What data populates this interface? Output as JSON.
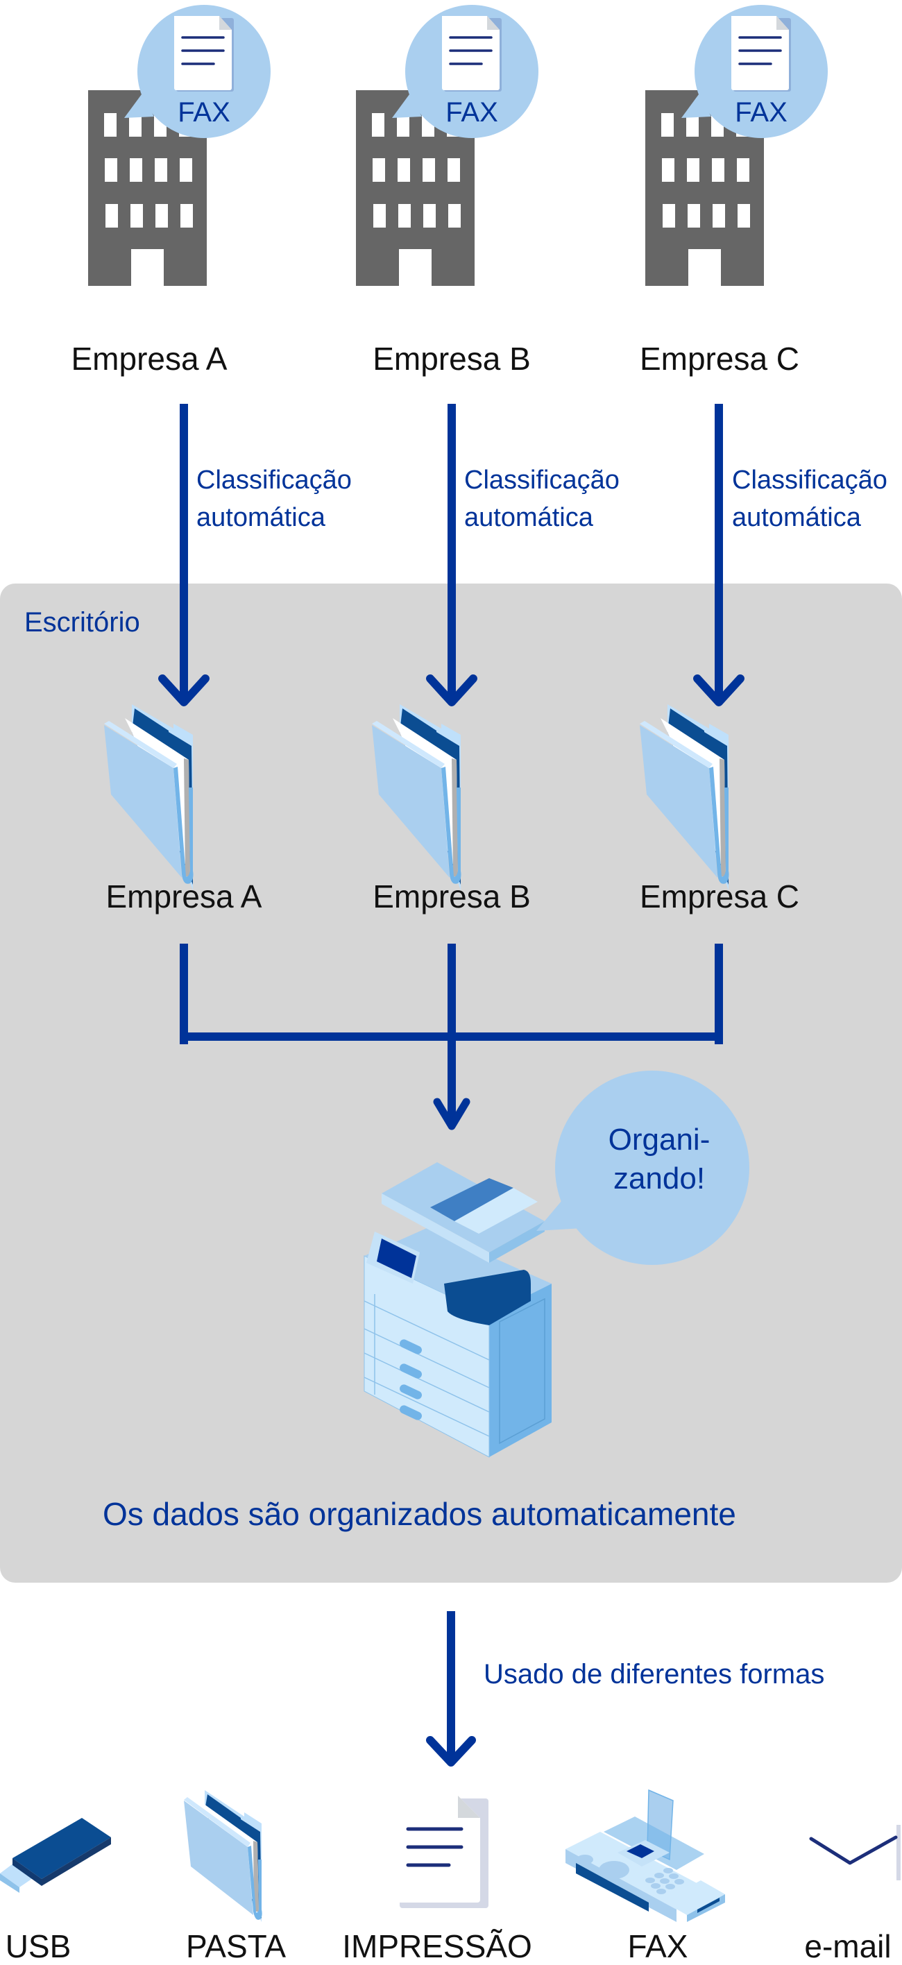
{
  "companies": [
    {
      "name": "Empresa A",
      "bubble_label": "FAX"
    },
    {
      "name": "Empresa B",
      "bubble_label": "FAX"
    },
    {
      "name": "Empresa C",
      "bubble_label": "FAX"
    }
  ],
  "arrows": {
    "classification_line1": "Classificação",
    "classification_line2": "automática"
  },
  "office": {
    "title": "Escritório",
    "folders": [
      "Empresa A",
      "Empresa B",
      "Empresa C"
    ],
    "printer_bubble_line1": "Organi-",
    "printer_bubble_line2": "zando!",
    "caption": "Os dados são organizados automaticamente"
  },
  "output": {
    "arrow_label": "Usado de diferentes formas",
    "items": [
      {
        "icon": "usb-drive-icon",
        "label": "USB"
      },
      {
        "icon": "folder-icon",
        "label": "PASTA"
      },
      {
        "icon": "document-icon",
        "label": "IMPRESSÃO"
      },
      {
        "icon": "fax-machine-icon",
        "label": "FAX"
      },
      {
        "icon": "envelope-icon",
        "label": "e-mail"
      }
    ]
  },
  "colors": {
    "accent": "#003399",
    "building": "#666666",
    "bubble": "#aacfef",
    "panel": "#d6d6d6",
    "folder_light": "#aacfef",
    "folder_dark": "#0b4d92"
  }
}
